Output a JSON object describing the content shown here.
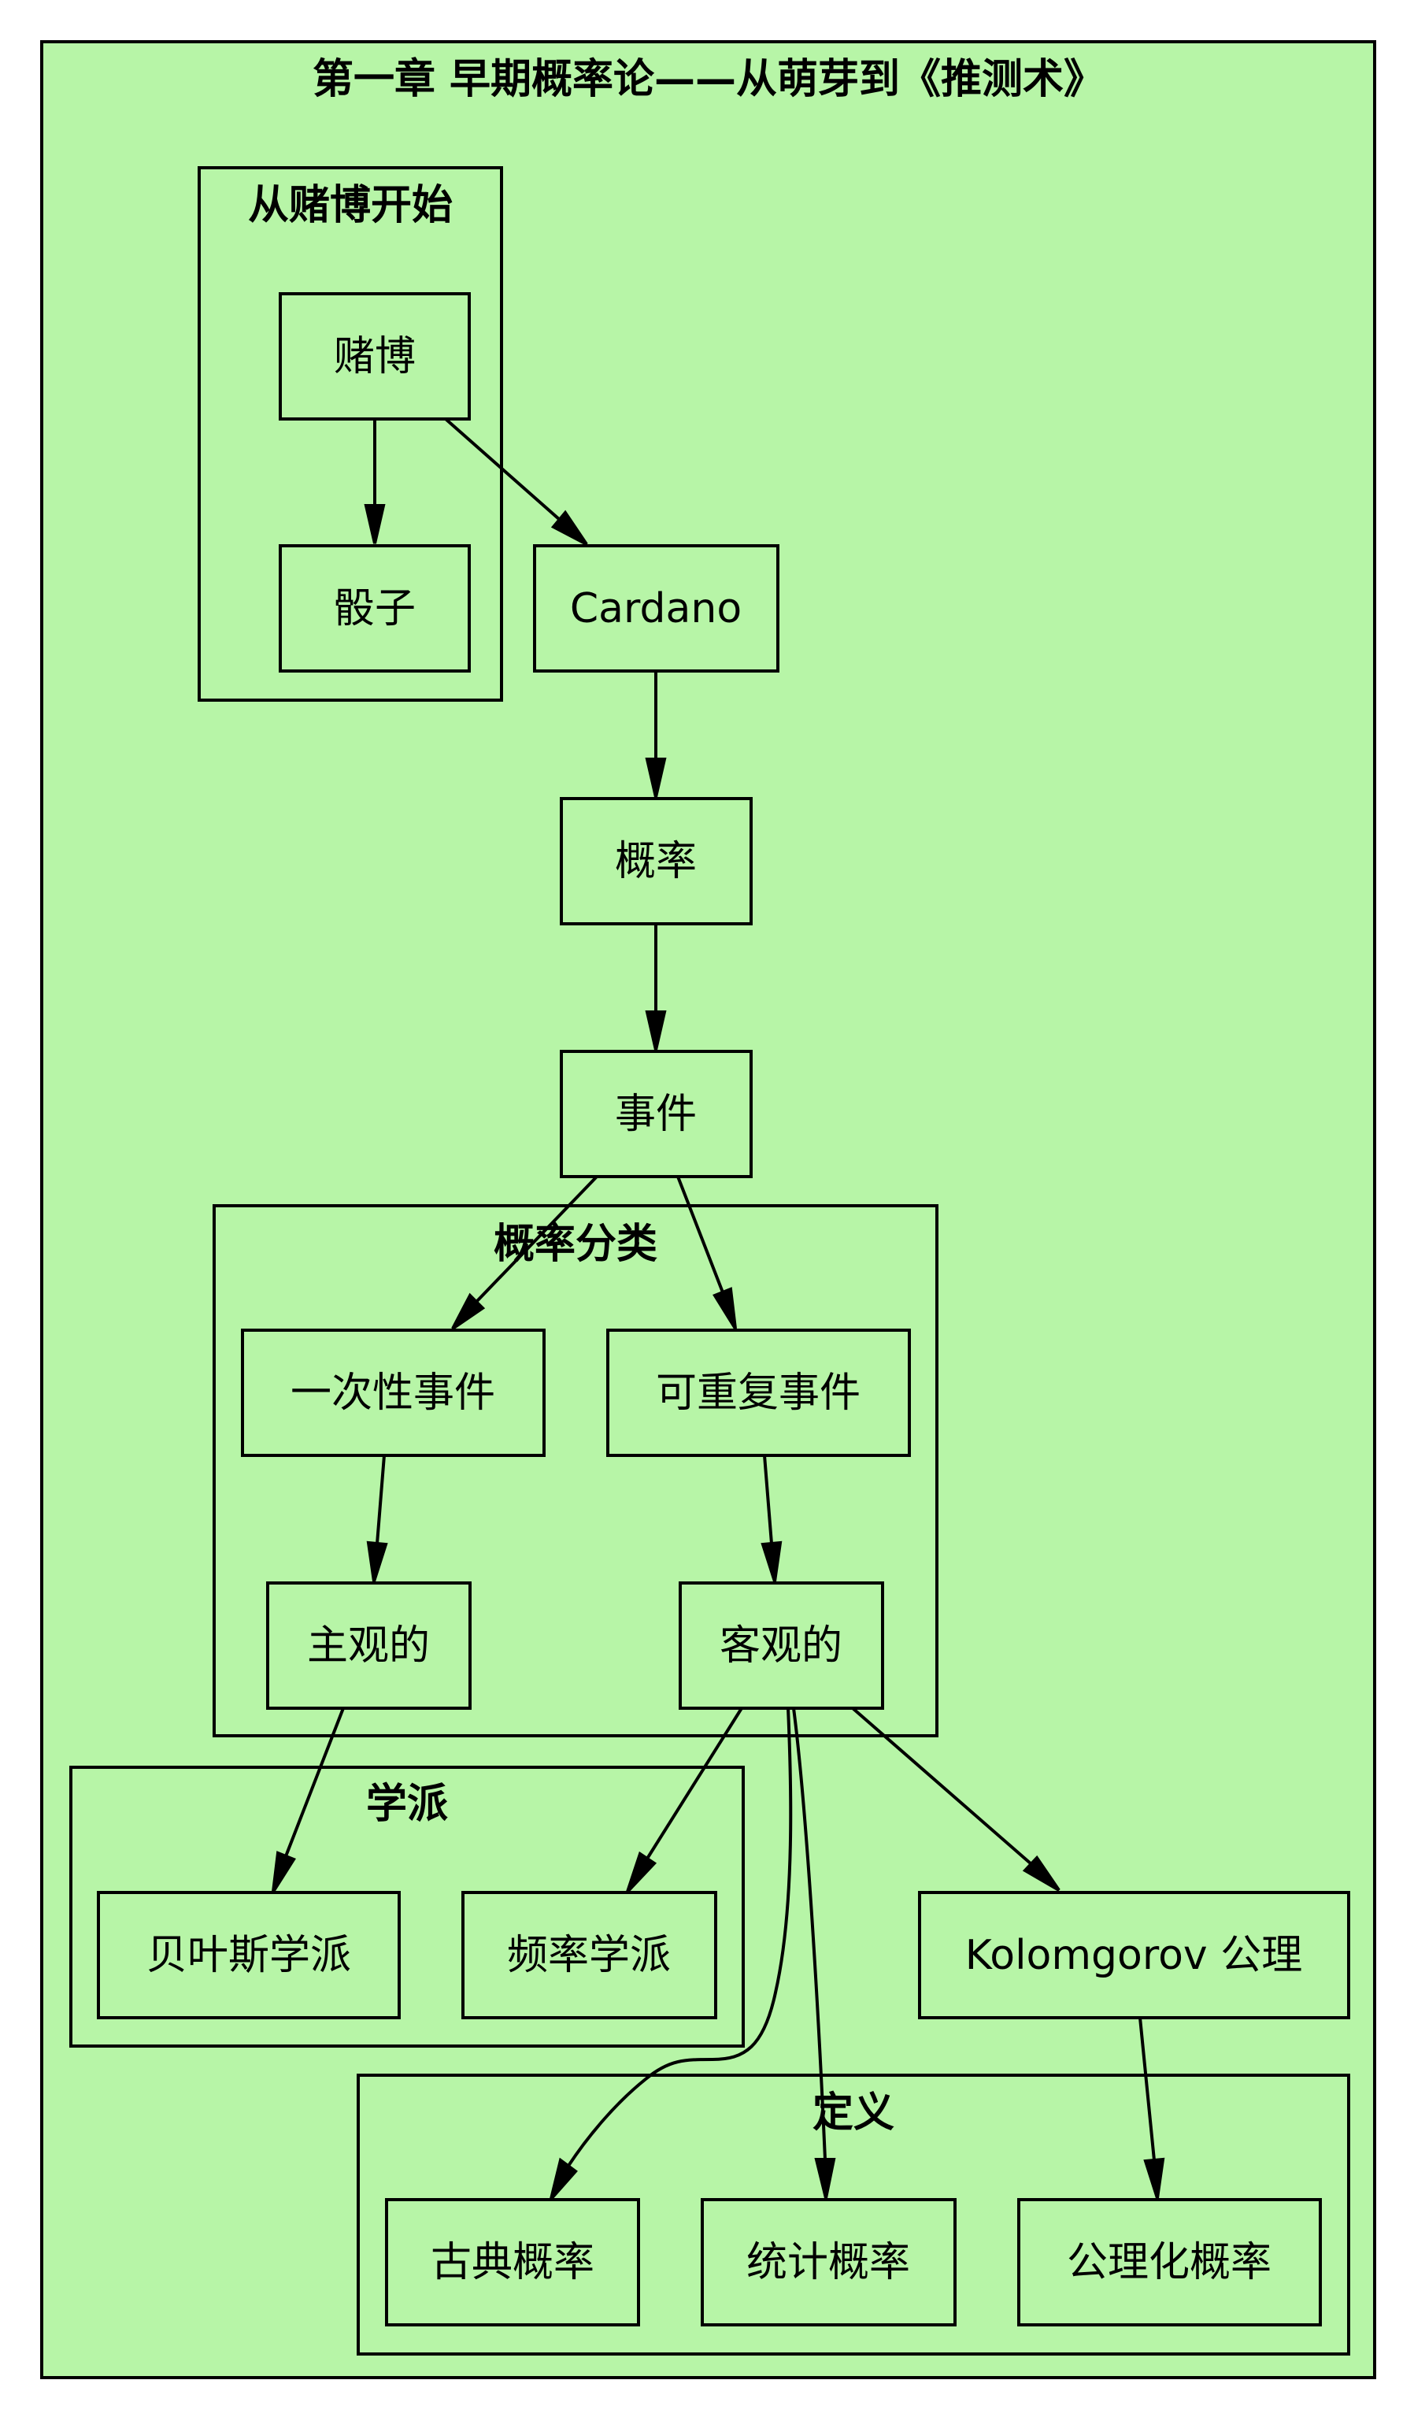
{
  "diagram": {
    "title": "第一章 早期概率论——从萌芽到《推测术》",
    "background_color": "#b7f5a7",
    "clusters": {
      "gambling": {
        "label": "从赌博开始"
      },
      "classification": {
        "label": "概率分类"
      },
      "schools": {
        "label": "学派"
      },
      "definitions": {
        "label": "定义"
      }
    },
    "nodes": {
      "gambling": "赌博",
      "dice": "骰子",
      "cardano": "Cardano",
      "probability": "概率",
      "event": "事件",
      "one_time_event": "一次性事件",
      "repeatable_event": "可重复事件",
      "subjective": "主观的",
      "objective": "客观的",
      "bayesian_school": "贝叶斯学派",
      "frequentist_school": "频率学派",
      "kolmogorov_axioms": "Kolomgorov 公理",
      "classical_probability": "古典概率",
      "statistical_probability": "统计概率",
      "axiomatic_probability": "公理化概率"
    },
    "edges": [
      {
        "from": "赌博",
        "to": "骰子"
      },
      {
        "from": "赌博",
        "to": "Cardano"
      },
      {
        "from": "Cardano",
        "to": "概率"
      },
      {
        "from": "概率",
        "to": "事件"
      },
      {
        "from": "事件",
        "to": "一次性事件"
      },
      {
        "from": "事件",
        "to": "可重复事件"
      },
      {
        "from": "一次性事件",
        "to": "主观的"
      },
      {
        "from": "可重复事件",
        "to": "客观的"
      },
      {
        "from": "主观的",
        "to": "贝叶斯学派"
      },
      {
        "from": "客观的",
        "to": "频率学派"
      },
      {
        "from": "客观的",
        "to": "Kolomgorov 公理"
      },
      {
        "from": "客观的",
        "to": "古典概率"
      },
      {
        "from": "客观的",
        "to": "统计概率"
      },
      {
        "from": "Kolomgorov 公理",
        "to": "公理化概率"
      }
    ]
  }
}
